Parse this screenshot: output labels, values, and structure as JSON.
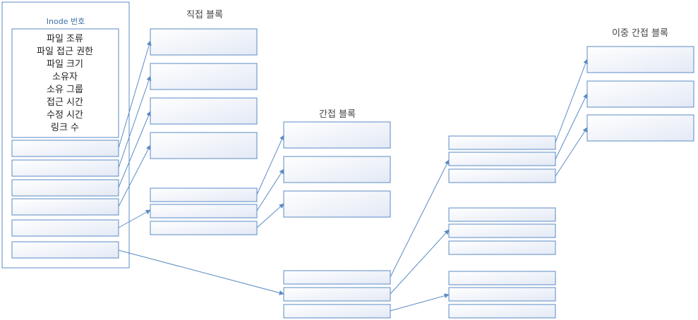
{
  "labels": {
    "inode_title": "Inode 번호",
    "direct": "직접 블록",
    "indirect": "간접 블록",
    "double_indirect": "이중 간접 블록"
  },
  "inode_attributes": [
    "파일 조류",
    "파일 접근 권한",
    "파일 크기",
    "소유자",
    "소유 그룹",
    "접근 시간",
    "수정 시간",
    "링크 수"
  ],
  "colors": {
    "border": "#5b8bc4",
    "arrow": "#5b8bc4",
    "fill_light": "#ffffff",
    "fill_dark": "#e3e9f5"
  }
}
